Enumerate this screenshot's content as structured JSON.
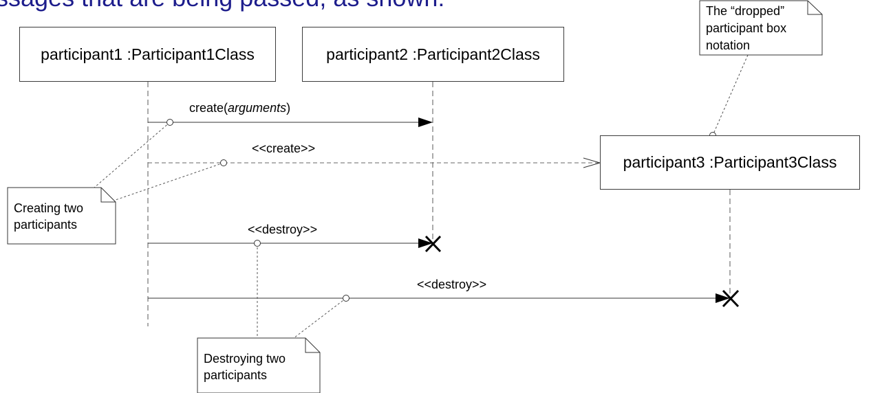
{
  "heading": "ssages that are being passed, as shown:",
  "participants": [
    {
      "label": "participant1 :Participant1Class"
    },
    {
      "label": "participant2 :Participant2Class"
    },
    {
      "label": "participant3 :Participant3Class"
    }
  ],
  "messages": {
    "create_prefix": "create(",
    "create_arg": "arguments",
    "create_suffix": ")",
    "create_stereo": "<<create>>",
    "destroy1": "<<destroy>>",
    "destroy2": "<<destroy>>"
  },
  "notes": {
    "dropped": [
      "The “dropped”",
      "participant box",
      "notation"
    ],
    "creating": [
      "Creating two",
      "participants"
    ],
    "destroying": [
      "Destroying two",
      "participants"
    ]
  }
}
